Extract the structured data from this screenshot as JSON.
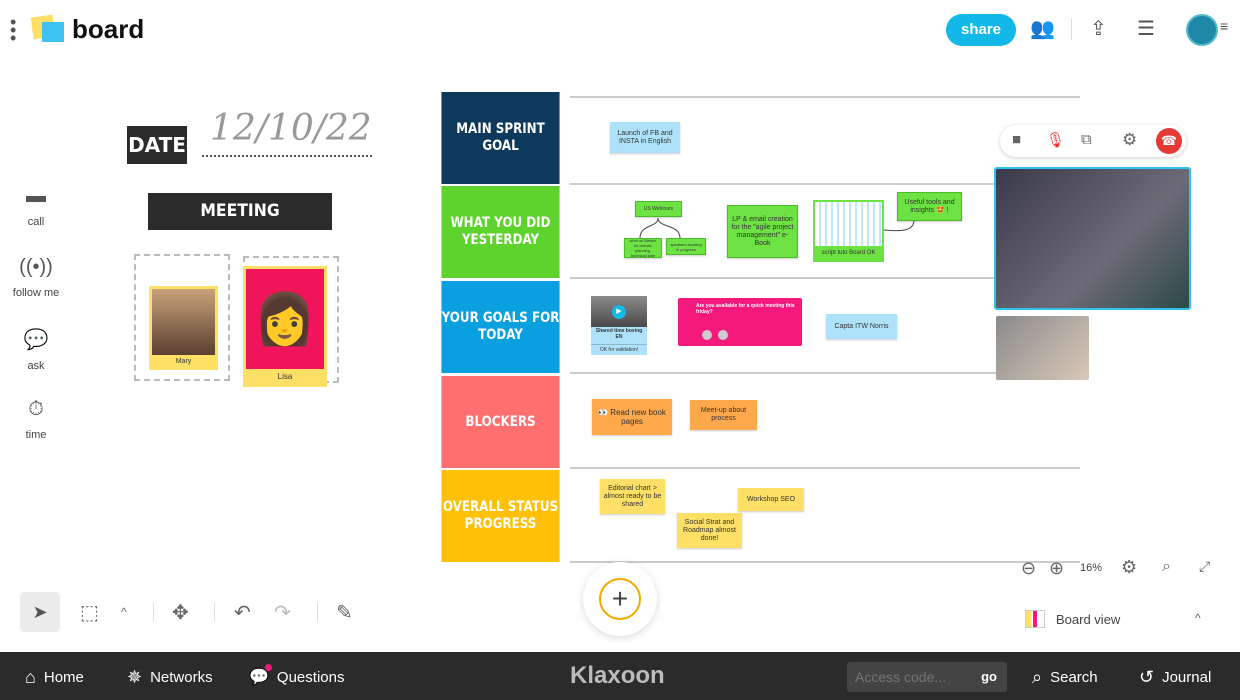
{
  "app": {
    "name": "board",
    "share": "share"
  },
  "sidebar": [
    {
      "label": "call",
      "icon": "video-icon"
    },
    {
      "label": "follow me",
      "icon": "broadcast-icon"
    },
    {
      "label": "ask",
      "icon": "chat-icon"
    },
    {
      "label": "time",
      "icon": "timer-icon"
    }
  ],
  "date": {
    "label": "DATE",
    "value": "12/10/22"
  },
  "participants": {
    "title": "MEETING PARTICIPANTS",
    "people": [
      "Mary",
      "Lisa"
    ]
  },
  "rows": [
    {
      "label": "MAIN SPRINT GOAL",
      "color": "#0d3a5c"
    },
    {
      "label": "WHAT YOU DID YESTERDAY",
      "color": "#5fd32d"
    },
    {
      "label": "YOUR GOALS FOR TODAY",
      "color": "#0aa0e0"
    },
    {
      "label": "BLOCKERS",
      "color": "#ff6f6f"
    },
    {
      "label": "OVERALL STATUS PROGRESS",
      "color": "#ffc107"
    }
  ],
  "notes": {
    "sprint": "Launch of FB and INSTA in English",
    "webinars": "US Webinars",
    "webinar_a": "work w/ Marine on format, planning, technical side",
    "webinar_b": "speakers booking in progress",
    "lp": "LP & email creation for the \"agile project management\" e-Book",
    "script": "script tuto Board OK",
    "tools": "Useful tools and insights 🤩 !",
    "video_title": "Shared time boxing EN",
    "video_status": "OK for validation!",
    "question": "Are you available for a quick meeting this friday?",
    "capta": "Capta ITW Norris",
    "read": "👀 Read new book pages",
    "meetup": "Meet-up about process",
    "editorial": "Editorial chart > almost ready to be shared",
    "social": "Social Strat and Roadmap almost done!",
    "seo": "Workshop SEO"
  },
  "zoom": "16%",
  "board_view": "Board view",
  "bottom": {
    "home": "Home",
    "networks": "Networks",
    "questions": "Questions",
    "brand": "Klaxoon",
    "access_placeholder": "Access code...",
    "go": "go",
    "search": "Search",
    "journal": "Journal"
  }
}
